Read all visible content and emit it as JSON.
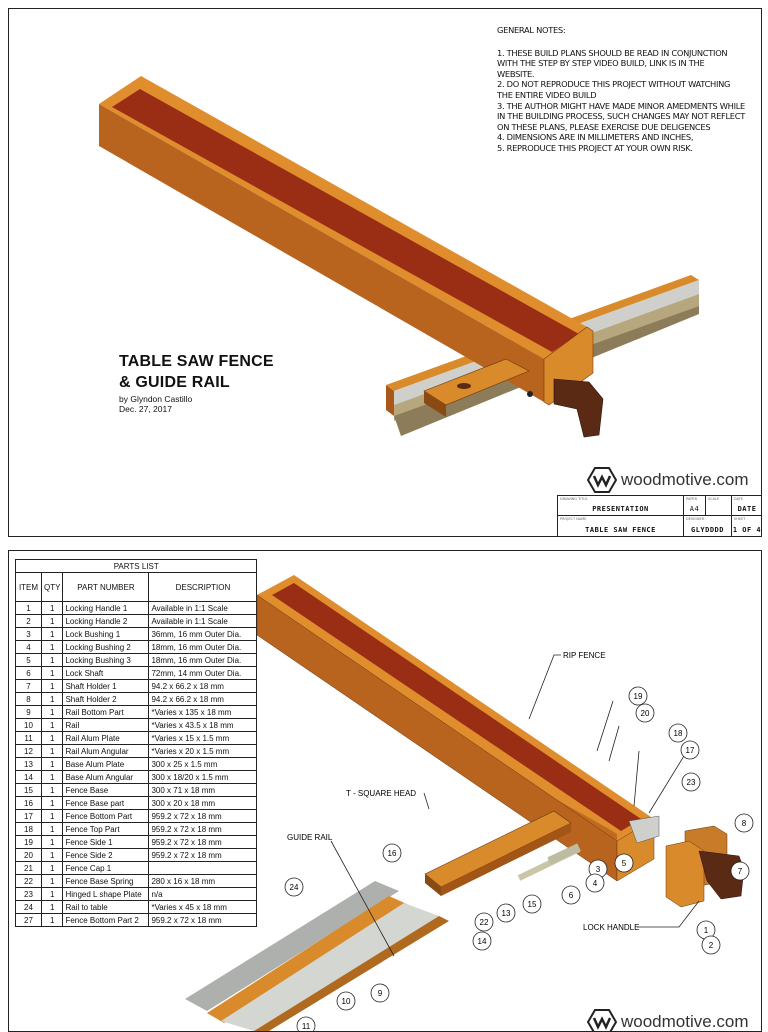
{
  "sheet1": {
    "notes": {
      "heading": "GENERAL NOTES:",
      "lines": [
        "1. THESE BUILD PLANS SHOULD BE READ IN CONJUNCTION",
        "WITH THE STEP BY STEP VIDEO BUILD, LINK IS IN THE",
        "WEBSITE.",
        "2. DO NOT REPRODUCE THIS PROJECT WITHOUT WATCHING",
        "THE ENTIRE VIDEO BUILD",
        "3. THE AUTHOR MIGHT HAVE MADE MINOR AMEDMENTS WHILE",
        "IN THE BUILDING PROCESS, SUCH CHANGES MAY NOT REFLECT",
        "ON THESE PLANS, PLEASE EXERCISE DUE DELIGENCES",
        "4. DIMENSIONS ARE IN MILLIMETERS AND INCHES,",
        "5.  REPRODUCE THIS PROJECT AT YOUR OWN RISK."
      ]
    },
    "title_line1": "TABLE SAW FENCE",
    "title_line2": "& GUIDE RAIL",
    "author": "by Glyndon Castillo",
    "date": "Dec. 27, 2017",
    "logo_text": "woodmotive.com",
    "title_block": {
      "drawing_title_label": "DRAWING TITLE",
      "drawing_title": "PRESENTATION",
      "paper_label": "PAPER",
      "paper": "A4",
      "scale_label": "SCALE",
      "scale": "",
      "date_label": "DATE",
      "date": "DATE",
      "project_label": "PROJECT NAME",
      "project": "TABLE SAW FENCE",
      "designer_label": "DESIGNER",
      "designer": "GLYDDDD",
      "sheet_label": "SHEET",
      "sheet": "1 OF 4"
    }
  },
  "sheet2": {
    "parts_list": {
      "caption": "PARTS LIST",
      "headers": [
        "ITEM",
        "QTY",
        "PART NUMBER",
        "DESCRIPTION"
      ],
      "rows": [
        [
          "1",
          "1",
          "Locking Handle 1",
          "Available in 1:1 Scale"
        ],
        [
          "2",
          "1",
          "Locking Handle 2",
          "Available in 1:1 Scale"
        ],
        [
          "3",
          "1",
          "Lock Bushing 1",
          "36mm, 16 mm Outer Dia."
        ],
        [
          "4",
          "1",
          "Locking Bushing  2",
          "18mm, 16 mm Outer Dia."
        ],
        [
          "5",
          "1",
          "Locking Bushing 3",
          "18mm, 16 mm Outer Dia."
        ],
        [
          "6",
          "1",
          "Lock Shaft",
          "72mm, 14 mm Outer Dia."
        ],
        [
          "7",
          "1",
          "Shaft Holder 1",
          "94.2 x 66.2 x 18 mm"
        ],
        [
          "8",
          "1",
          "Shaft Holder 2",
          "94.2 x 66.2 x 18 mm"
        ],
        [
          "9",
          "1",
          "Rail Bottom Part",
          "*Varies x 135 x 18 mm"
        ],
        [
          "10",
          "1",
          "Rail",
          "*Varies x 43.5 x 18 mm"
        ],
        [
          "11",
          "1",
          "Rail Alum Plate",
          "*Varies x 15 x 1.5 mm"
        ],
        [
          "12",
          "1",
          "Rail Alum Angular",
          "*Varies x 20 x 1.5 mm"
        ],
        [
          "13",
          "1",
          "Base Alum  Plate",
          "300 x 25 x 1.5 mm"
        ],
        [
          "14",
          "1",
          "Base Alum Angular",
          "300 x 18/20 x 1.5 mm"
        ],
        [
          "15",
          "1",
          "Fence Base",
          "300 x 71 x 18 mm"
        ],
        [
          "16",
          "1",
          "Fence Base part",
          "300 x 20 x 18 mm"
        ],
        [
          "17",
          "1",
          "Fence Bottom Part",
          "959.2 x 72 x 18 mm"
        ],
        [
          "18",
          "1",
          "Fence Top Part",
          "959.2 x 72 x 18 mm"
        ],
        [
          "19",
          "1",
          "Fence Side 1",
          "959.2 x 72 x 18 mm"
        ],
        [
          "20",
          "1",
          "Fence Side 2",
          "959.2 x 72 x 18 mm"
        ],
        [
          "21",
          "1",
          "Fence Cap 1",
          ""
        ],
        [
          "22",
          "1",
          "Fence Base Spring",
          "280 x 16 x 18 mm"
        ],
        [
          "23",
          "1",
          "Hinged L shape Plate",
          "n/a"
        ],
        [
          "24",
          "1",
          "Rail to table",
          "*Varies x 45 x 18 mm"
        ],
        [
          "27",
          "1",
          "Fence Bottom Part 2",
          "959.2 x 72 x 18 mm"
        ]
      ]
    },
    "labels": {
      "rip_fence": "RIP FENCE",
      "t_square_head": "T - SQUARE HEAD",
      "guide_rail": "GUIDE RAIL",
      "lock_handle": "LOCK HANDLE"
    },
    "balloons": [
      "19",
      "20",
      "18",
      "17",
      "23",
      "8",
      "7",
      "1",
      "2",
      "16",
      "3",
      "5",
      "4",
      "6",
      "15",
      "13",
      "22",
      "14",
      "24",
      "9",
      "10",
      "11"
    ],
    "logo_text": "woodmotive.com",
    "colors": {
      "wood_light": "#d98a2b",
      "wood_mid": "#c0701f",
      "wood_dark_red": "#8f2a12",
      "walnut": "#5a2a14",
      "aluminum": "#c9ccc8"
    }
  }
}
